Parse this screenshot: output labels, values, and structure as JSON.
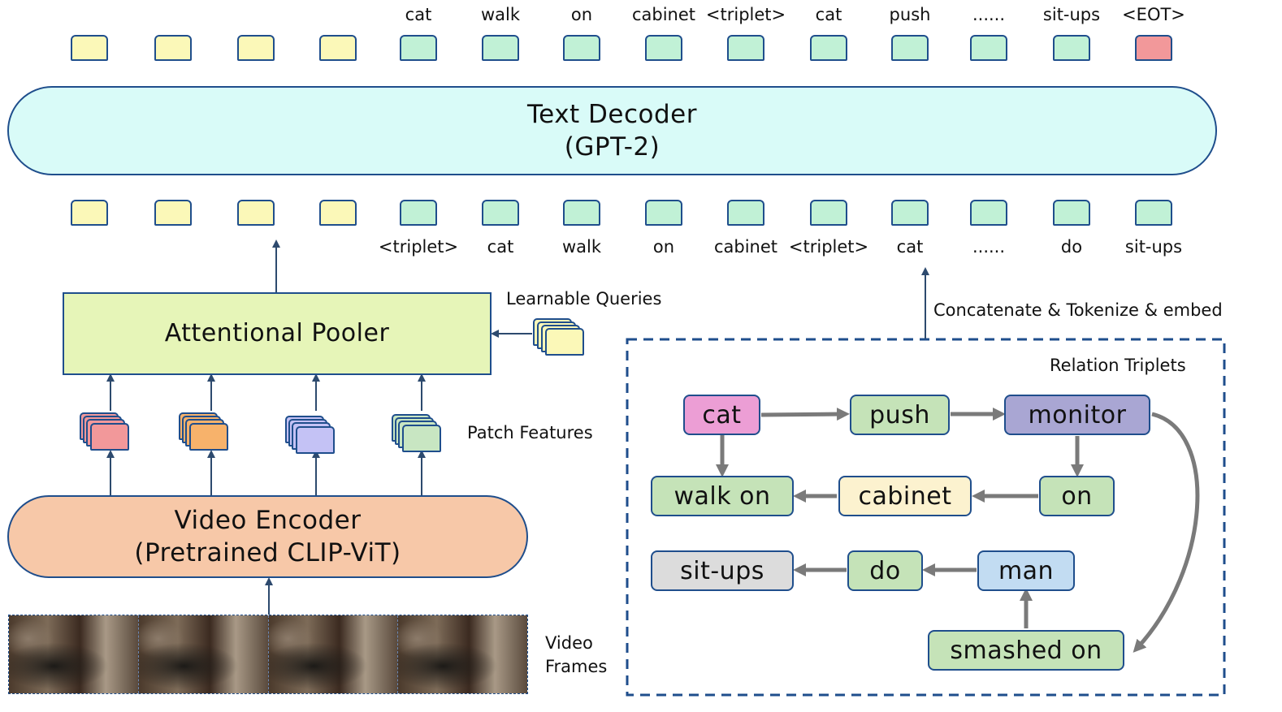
{
  "decoder": {
    "line1": "Text Decoder",
    "line2": "(GPT-2)"
  },
  "encoder": {
    "line1": "Video Encoder",
    "line2": "(Pretrained CLIP-ViT)"
  },
  "pooler": {
    "label": "Attentional Pooler"
  },
  "labels": {
    "learnable_queries": "Learnable Queries",
    "patch_features": "Patch Features",
    "video_frames_1": "Video",
    "video_frames_2": "Frames",
    "concat": "Concatenate & Tokenize & embed",
    "relation_triplets": "Relation Triplets"
  },
  "output_tokens": [
    "cat",
    "walk",
    "on",
    "cabinet",
    "<triplet>",
    "cat",
    "push",
    "......",
    "sit-ups",
    "<EOT>"
  ],
  "input_tokens": [
    "<triplet>",
    "cat",
    "walk",
    "on",
    "cabinet",
    "<triplet>",
    "cat",
    "......",
    "do",
    "sit-ups"
  ],
  "graph_nodes": {
    "cat": "cat",
    "push": "push",
    "monitor": "monitor",
    "walk_on": "walk on",
    "cabinet": "cabinet",
    "on": "on",
    "sit_ups": "sit-ups",
    "do": "do",
    "man": "man",
    "smashed_on": "smashed on"
  },
  "colors": {
    "border": "#1f4e8c",
    "decoder_fill": "#d9fbf8",
    "encoder_fill": "#f7c8a8",
    "pooler_fill": "#e6f5b8",
    "query_token": "#fbf8b8",
    "text_token": "#c1f1d6",
    "eot_token": "#f2989a",
    "patch_red": "#f2989a",
    "patch_orange": "#f7b26b",
    "patch_purple": "#c4c2f5",
    "patch_green": "#c8e6c2",
    "node_pink": "#ec9ed5",
    "node_green": "#c5e3b8",
    "node_purple": "#a9a6d3",
    "node_yellow": "#fcf2cf",
    "node_gray": "#dcdcdc",
    "node_blue": "#c2dcf2",
    "graph_arrow": "#7a7a7a"
  }
}
